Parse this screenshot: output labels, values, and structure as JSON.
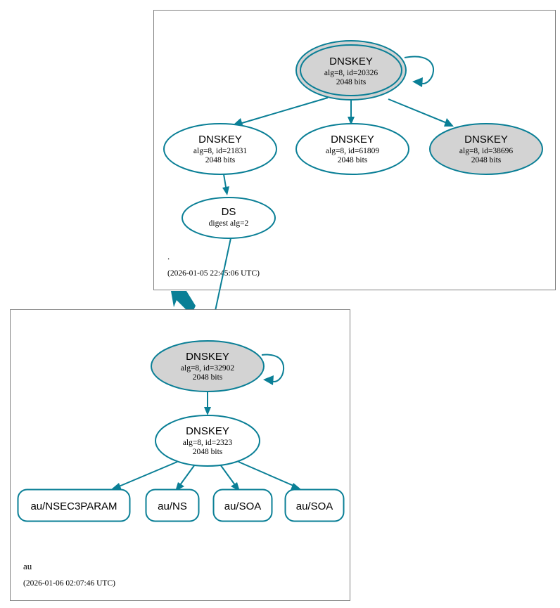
{
  "diagram": {
    "type": "dnssec-authentication-chain",
    "colors": {
      "edge": "#0a7f96",
      "node_stroke": "#0a7f96",
      "secure_fill": "#d3d3d3",
      "plain_fill": "#ffffff",
      "zone_border": "#808080",
      "text": "#000000"
    }
  },
  "zones": [
    {
      "id": "root",
      "label": ".",
      "timestamp": "(2026-01-05 22:45:06 UTC)",
      "nodes": [
        {
          "id": "root-ksk-20326",
          "kind": "DNSKEY",
          "title": "DNSKEY",
          "params": "alg=8, id=20326",
          "size": "2048 bits",
          "fill": "gray",
          "double_ring": true,
          "self_signed": true
        },
        {
          "id": "root-zsk-21831",
          "kind": "DNSKEY",
          "title": "DNSKEY",
          "params": "alg=8, id=21831",
          "size": "2048 bits",
          "fill": "white",
          "double_ring": false,
          "self_signed": false
        },
        {
          "id": "root-zsk-61809",
          "kind": "DNSKEY",
          "title": "DNSKEY",
          "params": "alg=8, id=61809",
          "size": "2048 bits",
          "fill": "white",
          "double_ring": false,
          "self_signed": false
        },
        {
          "id": "root-zsk-38696",
          "kind": "DNSKEY",
          "title": "DNSKEY",
          "params": "alg=8, id=38696",
          "size": "2048 bits",
          "fill": "gray",
          "double_ring": false,
          "self_signed": false
        },
        {
          "id": "root-ds",
          "kind": "DS",
          "title": "DS",
          "params": "digest alg=2",
          "size": "",
          "fill": "white",
          "double_ring": false,
          "self_signed": false
        }
      ]
    },
    {
      "id": "au",
      "label": "au",
      "timestamp": "(2026-01-06 02:07:46 UTC)",
      "nodes": [
        {
          "id": "au-ksk-32902",
          "kind": "DNSKEY",
          "title": "DNSKEY",
          "params": "alg=8, id=32902",
          "size": "2048 bits",
          "fill": "gray",
          "double_ring": false,
          "self_signed": true
        },
        {
          "id": "au-zsk-2323",
          "kind": "DNSKEY",
          "title": "DNSKEY",
          "params": "alg=8, id=2323",
          "size": "2048 bits",
          "fill": "white",
          "double_ring": false,
          "self_signed": false
        }
      ],
      "rrsets": [
        {
          "id": "rr-nsec3param",
          "label": "au/NSEC3PARAM"
        },
        {
          "id": "rr-ns",
          "label": "au/NS"
        },
        {
          "id": "rr-soa-1",
          "label": "au/SOA"
        },
        {
          "id": "rr-soa-2",
          "label": "au/SOA"
        }
      ]
    }
  ],
  "edges": [
    {
      "from": "root-ksk-20326",
      "to": "root-ksk-20326",
      "type": "self-sign"
    },
    {
      "from": "root-ksk-20326",
      "to": "root-zsk-21831",
      "type": "sign"
    },
    {
      "from": "root-ksk-20326",
      "to": "root-zsk-61809",
      "type": "sign"
    },
    {
      "from": "root-ksk-20326",
      "to": "root-zsk-38696",
      "type": "sign"
    },
    {
      "from": "root-zsk-21831",
      "to": "root-ds",
      "type": "sign"
    },
    {
      "from": "root-ds",
      "to": "au-ksk-32902",
      "type": "ds-to-dnskey"
    },
    {
      "from": "root",
      "to": "au",
      "type": "delegation"
    },
    {
      "from": "au-ksk-32902",
      "to": "au-ksk-32902",
      "type": "self-sign"
    },
    {
      "from": "au-ksk-32902",
      "to": "au-zsk-2323",
      "type": "sign"
    },
    {
      "from": "au-zsk-2323",
      "to": "rr-nsec3param",
      "type": "sign"
    },
    {
      "from": "au-zsk-2323",
      "to": "rr-ns",
      "type": "sign"
    },
    {
      "from": "au-zsk-2323",
      "to": "rr-soa-1",
      "type": "sign"
    },
    {
      "from": "au-zsk-2323",
      "to": "rr-soa-2",
      "type": "sign"
    }
  ]
}
